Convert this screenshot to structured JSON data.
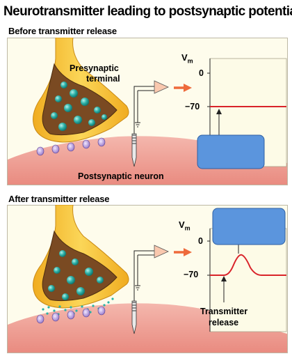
{
  "title": "Neurotransmitter leading to postsynaptic potential",
  "panels": [
    {
      "heading": "Before transmitter release",
      "terminal_label_line1": "Presynaptic",
      "terminal_label_line2": "terminal",
      "neuron_label": "Postsynaptic neuron",
      "graph": {
        "y_axis_label": "V",
        "y_axis_subscript": "m",
        "tick_top": "0",
        "tick_bottom": "−70"
      }
    },
    {
      "heading": "After transmitter release",
      "graph": {
        "y_axis_label": "V",
        "y_axis_subscript": "m",
        "tick_top": "0",
        "tick_bottom": "−70",
        "annotation_line1": "Transmitter",
        "annotation_line2": "release"
      }
    }
  ],
  "colors": {
    "trace": "#d9232a",
    "blue_box": "#5b95dd",
    "graph_bg": "#fdfbe7",
    "panel_bg": "#fefcec",
    "cell_body": "#f2aaa0",
    "axon": "#f5c43a",
    "terminal_fill": "#7a4a22",
    "vesicle": "#2fb2a8",
    "arrow": "#ee6a3b"
  }
}
